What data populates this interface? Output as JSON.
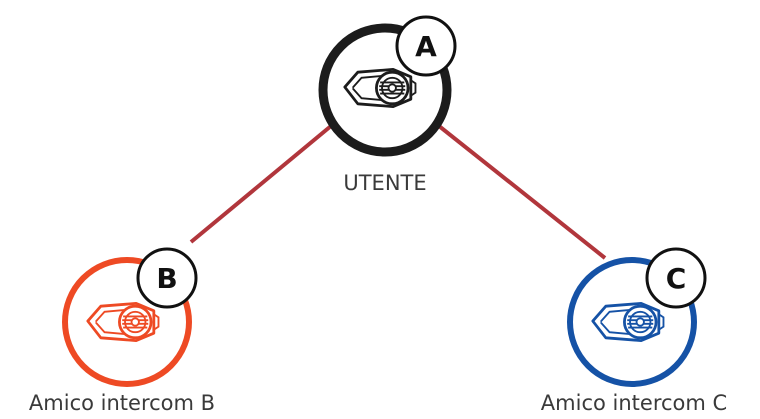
{
  "colors": {
    "link": "#b1363c",
    "user_ring": "#1c1c1c",
    "friend_b_ring": "#ee4a24",
    "friend_c_ring": "#1552a6",
    "badge_border": "#111111",
    "label_text": "#3a3a3a"
  },
  "nodes": {
    "user": {
      "badge": "A",
      "label": "UTENTE",
      "icon": "headset-device-icon"
    },
    "friend_b": {
      "badge": "B",
      "label": "Amico intercom B",
      "icon": "headset-device-icon"
    },
    "friend_c": {
      "badge": "C",
      "label": "Amico intercom C",
      "icon": "headset-device-icon"
    }
  }
}
